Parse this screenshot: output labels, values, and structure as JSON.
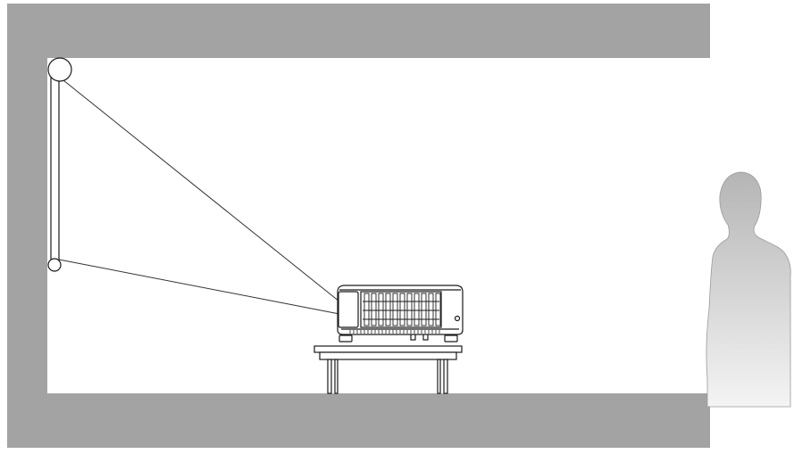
{
  "diagram": {
    "subject": "front-table-projector-installation",
    "elements": [
      "room-wall",
      "projection-screen",
      "projector",
      "table",
      "viewer-silhouette",
      "projection-beam"
    ]
  },
  "colors": {
    "wall": "#a3a3a3",
    "room_interior": "#ffffff",
    "outline": "#1a1a1a",
    "beam": "#333333",
    "person_top": "#b5b5b5",
    "person_bottom": "#f4f4f4"
  }
}
